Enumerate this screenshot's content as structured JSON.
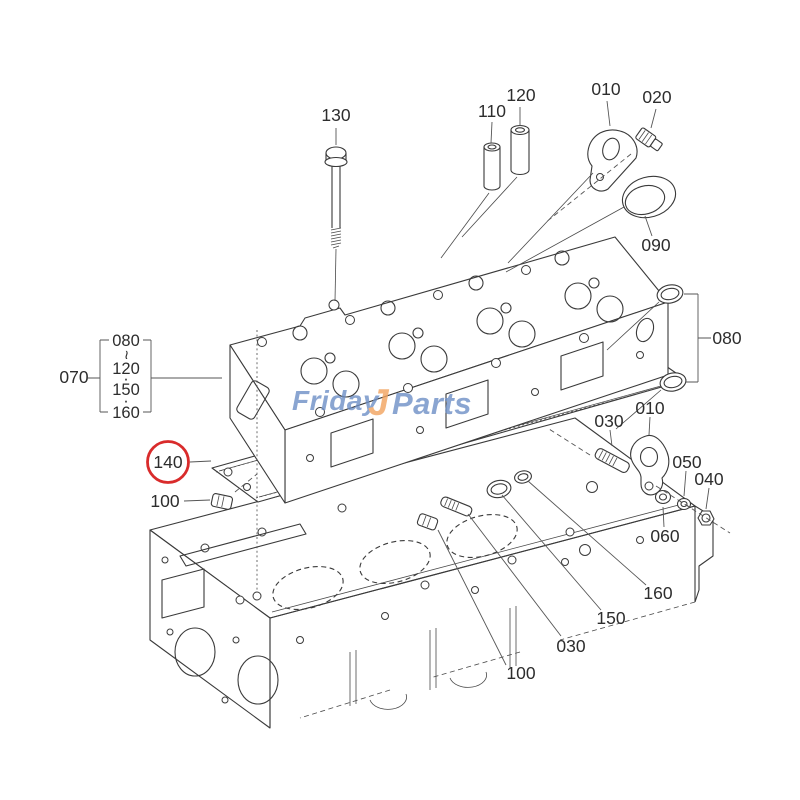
{
  "diagram_type": "exploded-parts-diagram",
  "highlighted_part": "140",
  "colors": {
    "highlight_red": "#d92b2b",
    "line": "#3a3a3a",
    "label_text": "#2d2d2d",
    "watermark_blue": "#6e8fc6",
    "watermark_orange": "#f2a35e"
  },
  "watermark": {
    "part1": "Friday",
    "swoosh": "J",
    "part2": "Parts"
  },
  "bracket": {
    "items": [
      "080",
      "~",
      "120",
      "·",
      "150",
      "·",
      "160"
    ]
  },
  "labels": {
    "top": {
      "bolt_130": "130",
      "guide_110": "110",
      "guide_120": "120",
      "hanger_010": "010",
      "plug_020": "020",
      "cap_090": "090"
    },
    "right": {
      "seal_group_080": "080"
    },
    "left": {
      "group_070": "070",
      "gasket_140": "140",
      "bolt_100": "100"
    },
    "mid_right": {
      "stud_030": "030",
      "hanger_010": "010",
      "spring_washer_050": "050",
      "nut_040": "040",
      "washer_060": "060"
    },
    "bottom": {
      "seal_160": "160",
      "seal_150": "150",
      "stud_030": "030",
      "bolt_100": "100"
    }
  }
}
